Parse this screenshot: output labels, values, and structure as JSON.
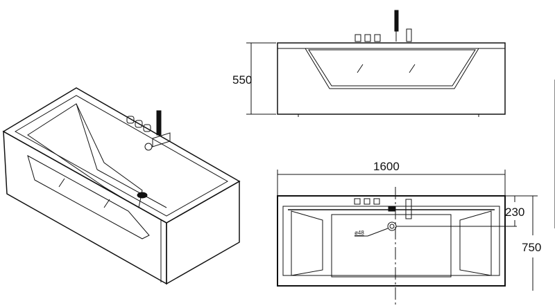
{
  "drawing": {
    "dimensions": {
      "height": "550",
      "length": "1600",
      "width": "750",
      "faucet_offset": "230",
      "drain_diameter": "ø48"
    },
    "line_color": "#111111",
    "background": "#ffffff"
  }
}
